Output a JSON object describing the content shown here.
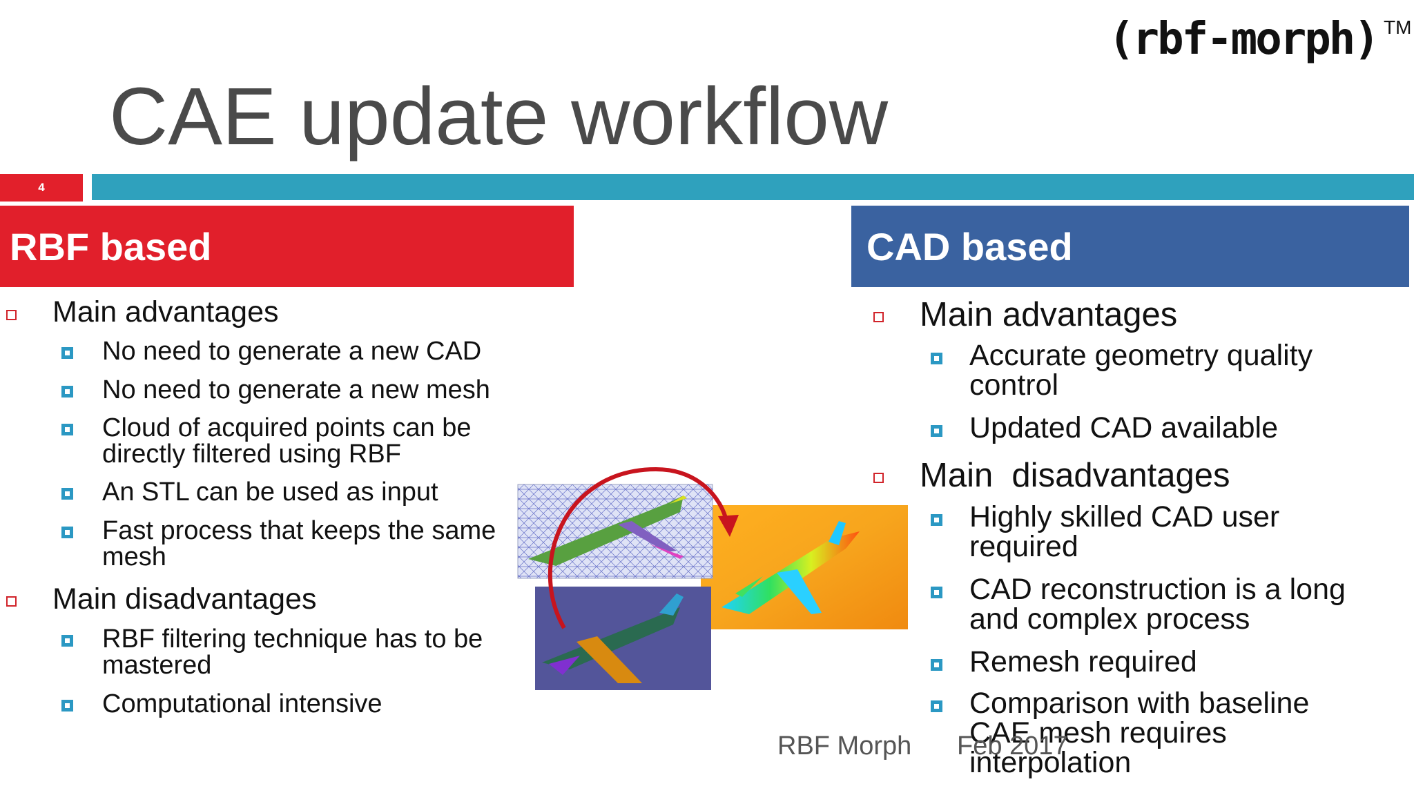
{
  "logo": {
    "text": "(rbf-morph)",
    "trademark": "TM"
  },
  "title": "CAE update workflow",
  "slide_number": "4",
  "left": {
    "header": "RBF based",
    "sections": [
      {
        "label": "Main advantages",
        "items": [
          "No need to generate a new CAD",
          "No need to generate a new mesh",
          "Cloud of acquired points can be directly filtered using RBF",
          "An STL can be used as input",
          "Fast process that keeps the same mesh"
        ]
      },
      {
        "label": "Main disadvantages",
        "items": [
          "RBF filtering technique has to be mastered",
          "Computational intensive"
        ]
      }
    ]
  },
  "right": {
    "header": "CAD based",
    "sections": [
      {
        "label": "Main advantages",
        "items": [
          "Accurate geometry quality control",
          "Updated CAD available"
        ]
      },
      {
        "label": "Main  disadvantages",
        "items": [
          "Highly skilled CAD user required",
          "CAD reconstruction is a long and complex process",
          "Remesh required",
          "Comparison with baseline CAE mesh requires interpolation"
        ]
      }
    ]
  },
  "footer": {
    "company": "RBF Morph",
    "date": "Feb 2017"
  },
  "colors": {
    "red": "#e11f2b",
    "teal": "#2fa1bd",
    "blue": "#3a62a0",
    "title_gray": "#4a4a4a"
  }
}
